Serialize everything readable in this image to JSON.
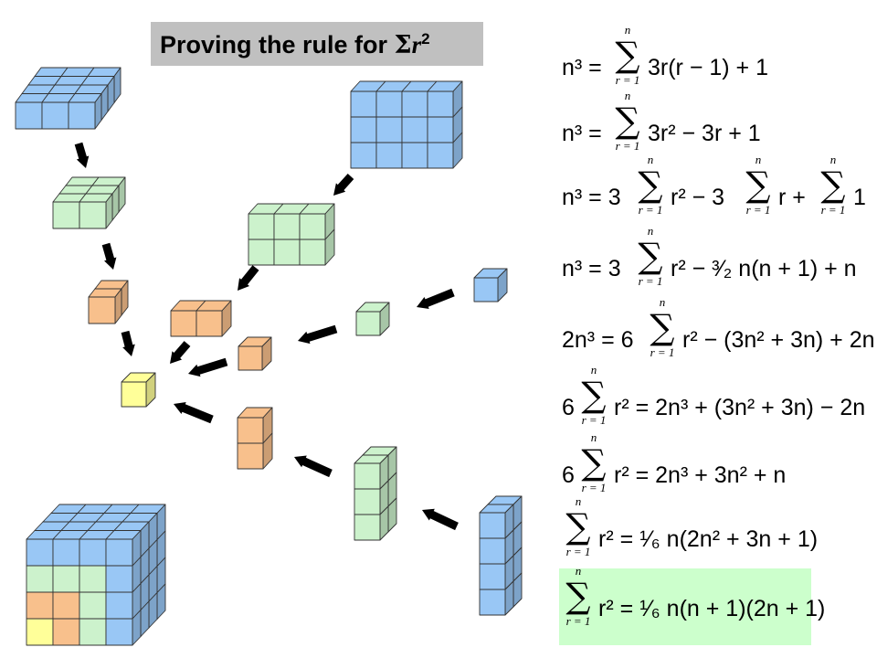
{
  "title": {
    "prefix": "Proving the rule for ",
    "sigma": "Σ",
    "var": "r",
    "power": "2"
  },
  "colors": {
    "blue": "#99c7f5",
    "green": "#ccf2cc",
    "orange": "#f8c08c",
    "yellow": "#ffff99",
    "highlight": "#ccffcc",
    "title_bg": "#c0c0c0"
  },
  "sigma_limits": {
    "upper": "n",
    "lower": "r = 1",
    "sigma": "∑"
  },
  "equations": [
    {
      "pre": "n³ =",
      "sum_count": 1,
      "parts": [
        "3r(r − 1) + 1"
      ]
    },
    {
      "pre": "n³ =",
      "sum_count": 1,
      "parts": [
        "3r² − 3r + 1"
      ]
    },
    {
      "pre": "n³ = 3",
      "sum_count": 3,
      "parts": [
        "r² − 3",
        "r +",
        "1"
      ]
    },
    {
      "pre": "n³ = 3",
      "sum_count": 1,
      "parts": [
        "r² − ³⁄₂ n(n + 1) + n"
      ]
    },
    {
      "pre": "2n³ = 6",
      "sum_count": 1,
      "parts": [
        "r² − (3n² + 3n) + 2n"
      ]
    },
    {
      "pre": "6",
      "sum_count": 1,
      "parts": [
        "r² = 2n³ + (3n² + 3n) − 2n"
      ]
    },
    {
      "pre": "6",
      "sum_count": 1,
      "parts": [
        "r² = 2n³ + 3n² + n"
      ]
    },
    {
      "pre": "",
      "sum_count": 1,
      "parts": [
        "r² = ¹⁄₆ n(2n² + 3n + 1)"
      ]
    },
    {
      "pre": "",
      "sum_count": 1,
      "parts": [
        "r² = ¹⁄₆ n(n + 1)(2n + 1)"
      ]
    }
  ]
}
